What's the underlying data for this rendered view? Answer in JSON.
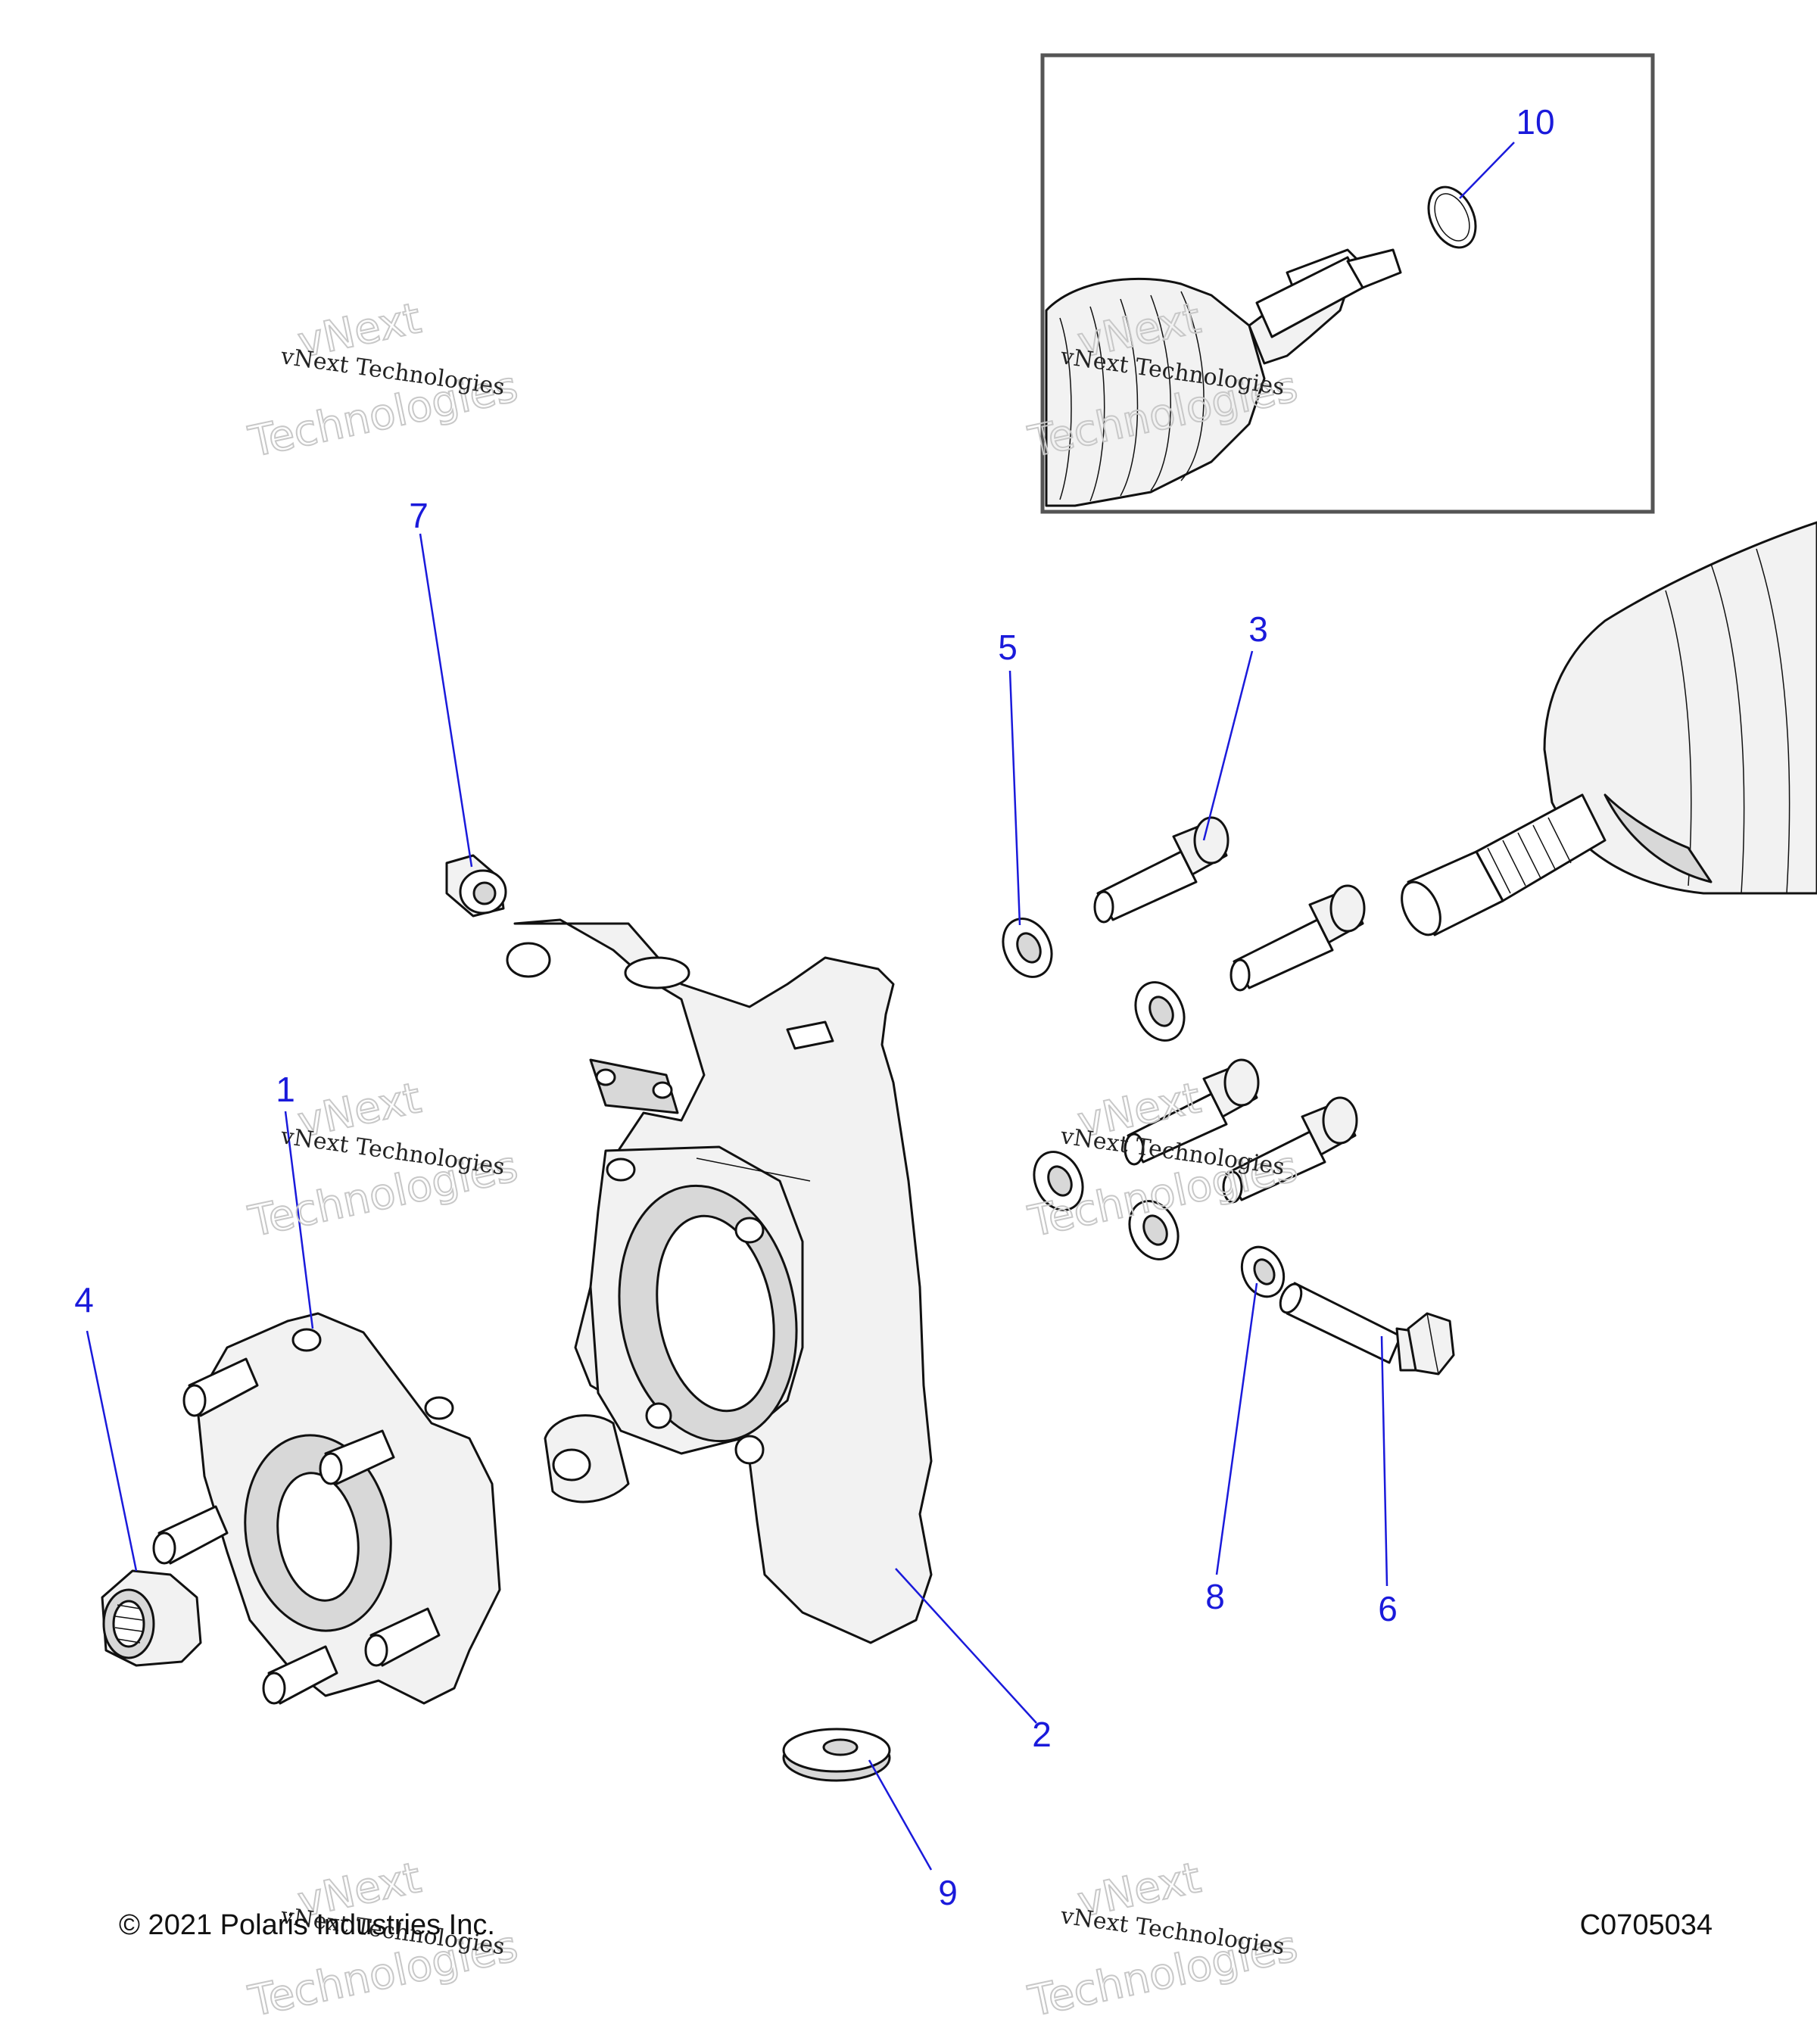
{
  "callouts": [
    "1",
    "2",
    "3",
    "4",
    "5",
    "6",
    "7",
    "8",
    "9",
    "10"
  ],
  "watermark": {
    "line_small": "vNext Technologies",
    "line_big_1": "vNext",
    "line_big_2": "Technologies"
  },
  "footer": {
    "copyright": "© 2021 Polaris Industries Inc.",
    "code": "C0705034"
  }
}
